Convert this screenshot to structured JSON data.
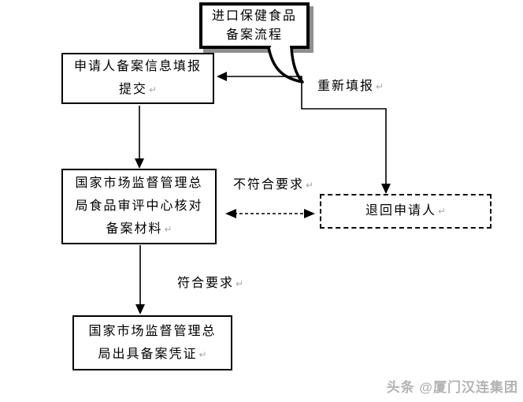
{
  "diagram": {
    "bubble": {
      "lines": [
        "进口保健食品",
        "备案流程"
      ]
    },
    "boxes": {
      "apply": {
        "lines": [
          "申请人备案信息填报",
          "提交"
        ]
      },
      "review": {
        "lines": [
          "国家市场监督管理总",
          "局食品审评中心核对",
          "备案材料"
        ]
      },
      "return_applicant": {
        "lines": [
          "退回申请人"
        ]
      },
      "certificate": {
        "lines": [
          "国家市场监督管理总",
          "局出具备案凭证"
        ]
      }
    },
    "labels": {
      "refill": "重新填报",
      "not_meet": "不符合要求",
      "meet": "符合要求"
    },
    "return_mark": "↵"
  },
  "watermark": {
    "text": "头条 @厦门汉连集团"
  },
  "colors": {
    "line": "#000000",
    "background": "#ffffff",
    "bubble_shadow": "#8f8f8f",
    "watermark": "#b3b3b3",
    "return_mark": "#a6a6a6"
  }
}
